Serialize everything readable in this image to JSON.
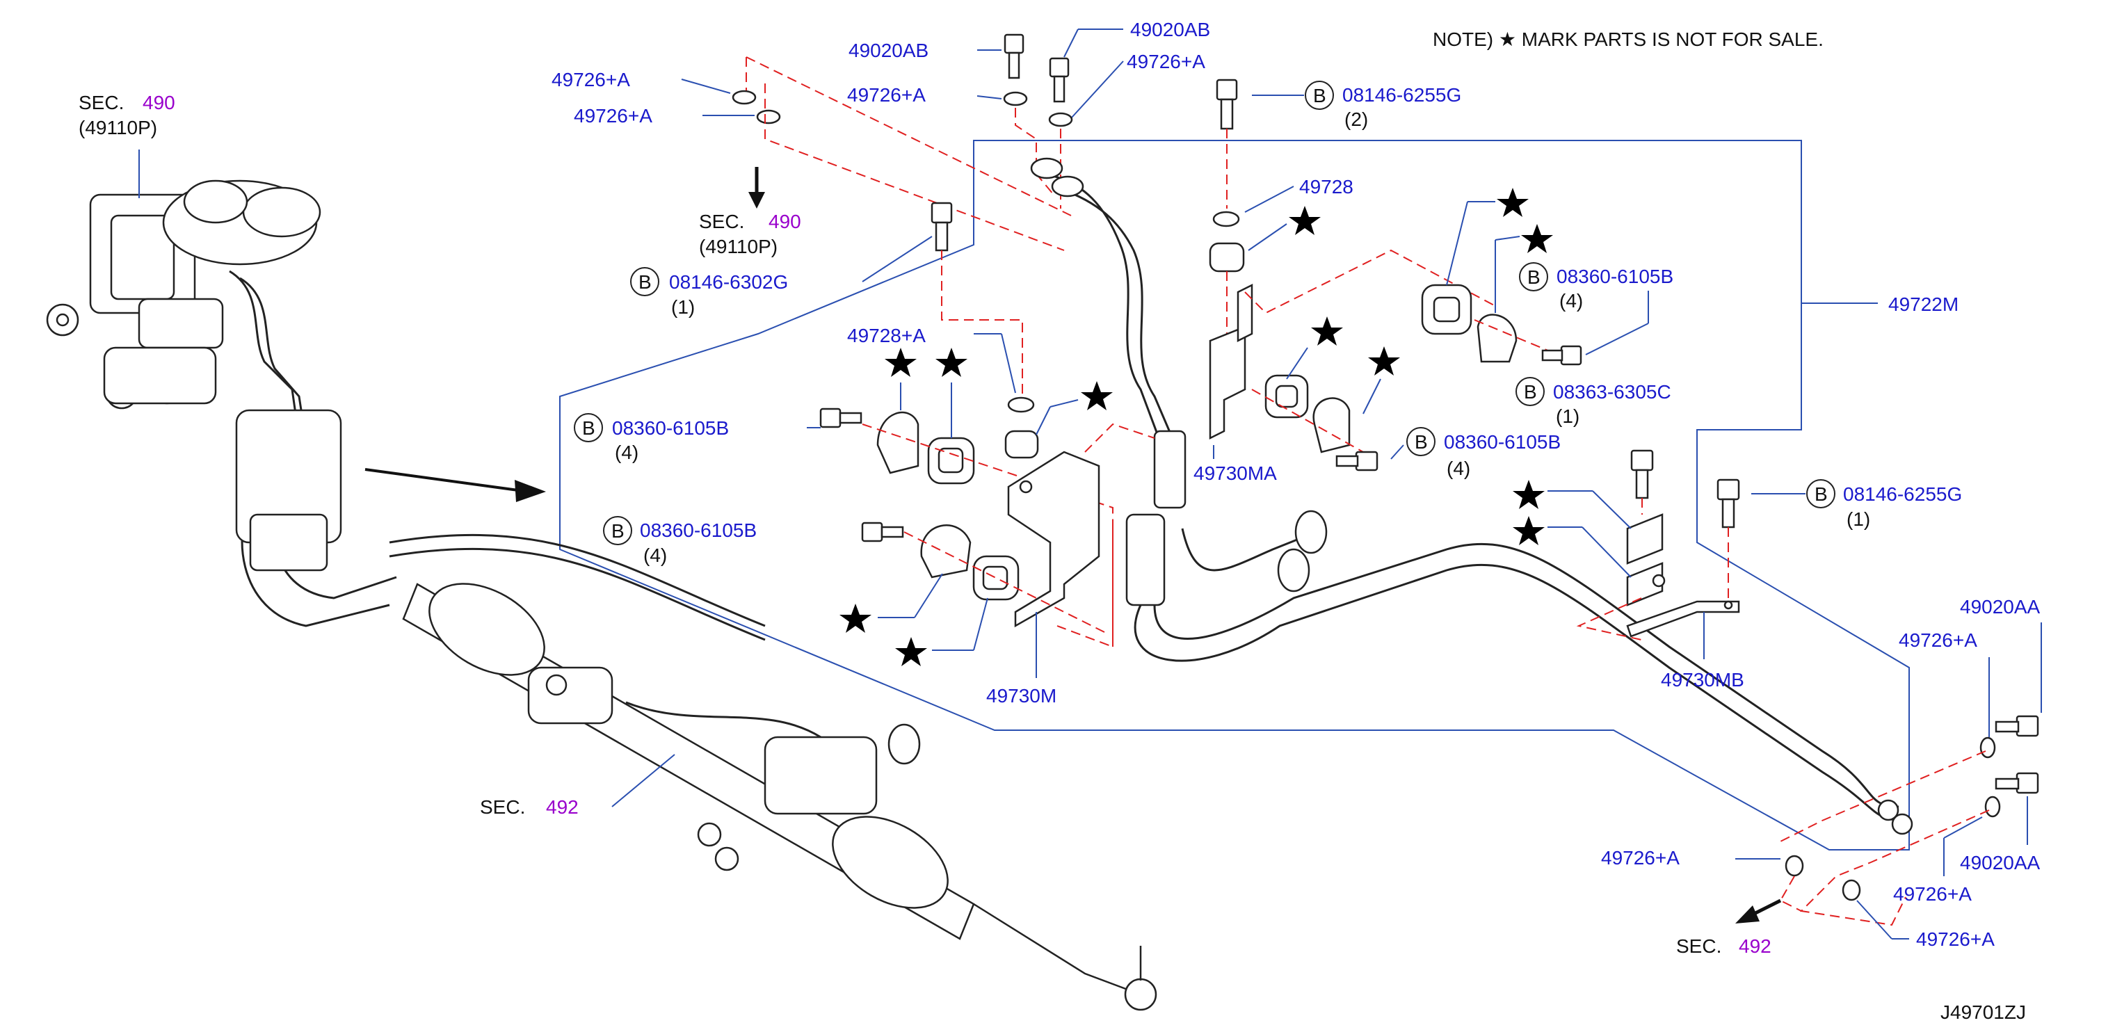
{
  "note": "NOTE) ★ MARK PARTS IS NOT FOR SALE.",
  "diagram_code": "J49701ZJ",
  "sec_label": "SEC.",
  "sections": {
    "top_left": {
      "num": "490",
      "sub": "(49110P)"
    },
    "mid_left": {
      "num": "490",
      "sub": "(49110P)"
    },
    "bottom_left": {
      "num": "492"
    },
    "bottom_right": {
      "num": "492"
    }
  },
  "bolt_prefix": "B",
  "labels": {
    "p49726A_1": "49726+A",
    "p49726A_2": "49726+A",
    "p49726A_3": "49726+A",
    "p49726A_4": "49726+A",
    "p49726A_5": "49726+A",
    "p49726A_6": "49726+A",
    "p49726A_7": "49726+A",
    "p49726A_8": "49726+A",
    "p49020AB_1": "49020AB",
    "p49020AB_2": "49020AB",
    "p08146_6255G_1": "08146-6255G",
    "p08146_6255G_1_qty": "(2)",
    "p08146_6302G": "08146-6302G",
    "p08146_6302G_qty": "(1)",
    "p49728": "49728",
    "p49728A": "49728+A",
    "p08360_1": "08360-6105B",
    "p08360_1_qty": "(4)",
    "p08360_2": "08360-6105B",
    "p08360_2_qty": "(4)",
    "p08360_3": "08360-6105B",
    "p08360_3_qty": "(4)",
    "p08360_4": "08360-6105B",
    "p08360_4_qty": "(4)",
    "p08363": "08363-6305C",
    "p08363_qty": "(1)",
    "p08146_6255G_2": "08146-6255G",
    "p08146_6255G_2_qty": "(1)",
    "p49722M": "49722M",
    "p49730MA": "49730MA",
    "p49730M": "49730M",
    "p49730MB": "49730MB",
    "p49020AA_1": "49020AA",
    "p49020AA_2": "49020AA"
  },
  "colors": {
    "part_number": "#1a1acc",
    "section_number": "#9900cc",
    "leader": "#2a4fb0",
    "dashed_guide": "#e02020"
  }
}
